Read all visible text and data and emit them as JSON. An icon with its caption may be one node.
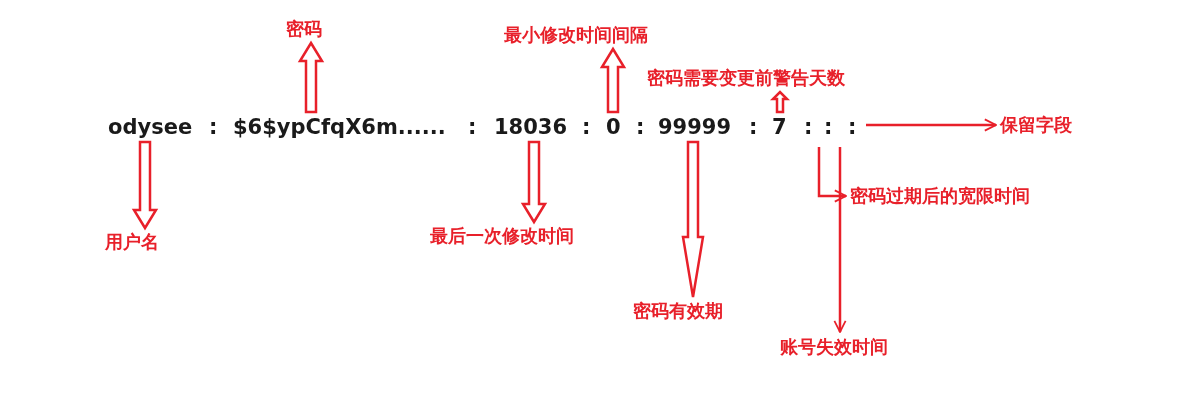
{
  "diagram": {
    "nodes": [
      {
        "text": [
          "odysee"
        ]
      },
      {
        "text": [
          "$6$ypCfqX6m......"
        ]
      },
      {
        "text": [
          "18036"
        ]
      },
      {
        "text": [
          "0"
        ]
      },
      {
        "text": [
          "99999"
        ]
      },
      {
        "text": [
          "7"
        ]
      },
      {
        "text": [
          "用户名"
        ]
      },
      {
        "text": [
          "密码"
        ]
      },
      {
        "text": [
          "最后一次修改时间"
        ]
      },
      {
        "text": [
          "最小修改时间间隔"
        ]
      },
      {
        "text": [
          "密码需要变更前警告天数"
        ]
      },
      {
        "text": [
          "密码有效期"
        ]
      },
      {
        "text": [
          "密码过期后的宽限时间"
        ]
      },
      {
        "text": [
          "账号失效时间"
        ]
      },
      {
        "text": [
          "保留字段"
        ]
      }
    ],
    "edges": [
      {
        "from": 0,
        "to": 6,
        "arrow": "to"
      },
      {
        "from": 1,
        "to": 7,
        "arrow": "to"
      },
      {
        "from": 2,
        "to": 8,
        "arrow": "to"
      },
      {
        "from": 3,
        "to": 9,
        "arrow": "to"
      },
      {
        "from": 4,
        "to": 11,
        "arrow": "to"
      },
      {
        "from": 5,
        "to": 10,
        "arrow": "to"
      },
      {
        "from": null,
        "to": 12,
        "arrow": "to"
      },
      {
        "from": null,
        "to": 13,
        "arrow": "to"
      },
      {
        "from": null,
        "to": 14,
        "arrow": "to"
      }
    ],
    "labels": [
      ":",
      ":",
      ":",
      ":",
      ":",
      ":",
      ":",
      ":"
    ]
  }
}
